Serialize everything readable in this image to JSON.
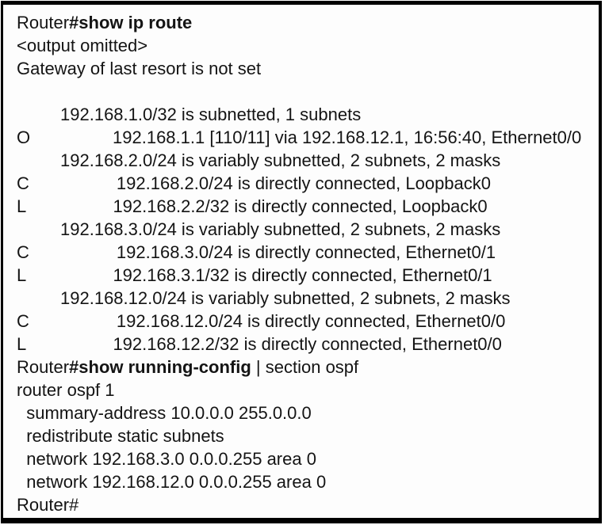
{
  "colors": {
    "panel_border": "#000000",
    "panel_background": "#fdfdfd",
    "text": "#141414"
  },
  "terminal": {
    "prompt": "Router#",
    "lines": [
      {
        "name": "cli-command-show-ip-route",
        "parts": [
          {
            "text": "Router",
            "bold": false
          },
          {
            "text": "#show ip route",
            "bold": true
          }
        ]
      },
      {
        "name": "cli-output-line",
        "parts": [
          {
            "text": "<output omitted>",
            "bold": false
          }
        ]
      },
      {
        "name": "cli-output-line",
        "parts": [
          {
            "text": "Gateway of last resort is not set",
            "bold": false
          }
        ]
      },
      {
        "name": "cli-blank-line",
        "parts": [
          {
            "text": " ",
            "bold": false
          }
        ]
      },
      {
        "name": "cli-output-line",
        "parts": [
          {
            "text": "         192.168.1.0/32 is subnetted, 1 subnets",
            "bold": false
          }
        ]
      },
      {
        "name": "cli-route-entry",
        "parts": [
          {
            "text": "O                 192.168.1.1 [110/11] via 192.168.12.1, 16:56:40, Ethernet0/0",
            "bold": false
          }
        ]
      },
      {
        "name": "cli-output-line",
        "parts": [
          {
            "text": "         192.168.2.0/24 is variably subnetted, 2 subnets, 2 masks",
            "bold": false
          }
        ]
      },
      {
        "name": "cli-route-entry",
        "parts": [
          {
            "text": "C                  192.168.2.0/24 is directly connected, Loopback0",
            "bold": false
          }
        ]
      },
      {
        "name": "cli-route-entry",
        "parts": [
          {
            "text": "L                  192.168.2.2/32 is directly connected, Loopback0",
            "bold": false
          }
        ]
      },
      {
        "name": "cli-output-line",
        "parts": [
          {
            "text": "         192.168.3.0/24 is variably subnetted, 2 subnets, 2 masks",
            "bold": false
          }
        ]
      },
      {
        "name": "cli-route-entry",
        "parts": [
          {
            "text": "C                  192.168.3.0/24 is directly connected, Ethernet0/1",
            "bold": false
          }
        ]
      },
      {
        "name": "cli-route-entry",
        "parts": [
          {
            "text": "L                  192.168.3.1/32 is directly connected, Ethernet0/1",
            "bold": false
          }
        ]
      },
      {
        "name": "cli-output-line",
        "parts": [
          {
            "text": "         192.168.12.0/24 is variably subnetted, 2 subnets, 2 masks",
            "bold": false
          }
        ]
      },
      {
        "name": "cli-route-entry",
        "parts": [
          {
            "text": "C                  192.168.12.0/24 is directly connected, Ethernet0/0",
            "bold": false
          }
        ]
      },
      {
        "name": "cli-route-entry",
        "parts": [
          {
            "text": "L                  192.168.12.2/32 is directly connected, Ethernet0/0",
            "bold": false
          }
        ]
      },
      {
        "name": "cli-command-show-running-config",
        "parts": [
          {
            "text": "Router",
            "bold": false
          },
          {
            "text": "#show running-config",
            "bold": true
          },
          {
            "text": " | section ospf",
            "bold": false
          }
        ]
      },
      {
        "name": "cli-output-line",
        "parts": [
          {
            "text": "router ospf 1",
            "bold": false
          }
        ]
      },
      {
        "name": "cli-output-line",
        "parts": [
          {
            "text": "  summary-address 10.0.0.0 255.0.0.0",
            "bold": false
          }
        ]
      },
      {
        "name": "cli-output-line",
        "parts": [
          {
            "text": "  redistribute static subnets",
            "bold": false
          }
        ]
      },
      {
        "name": "cli-output-line",
        "parts": [
          {
            "text": "  network 192.168.3.0 0.0.0.255 area 0",
            "bold": false
          }
        ]
      },
      {
        "name": "cli-output-line",
        "parts": [
          {
            "text": "  network 192.168.12.0 0.0.0.255 area 0",
            "bold": false
          }
        ]
      },
      {
        "name": "cli-prompt-line",
        "parts": [
          {
            "text": "Router#",
            "bold": false
          }
        ]
      }
    ]
  }
}
